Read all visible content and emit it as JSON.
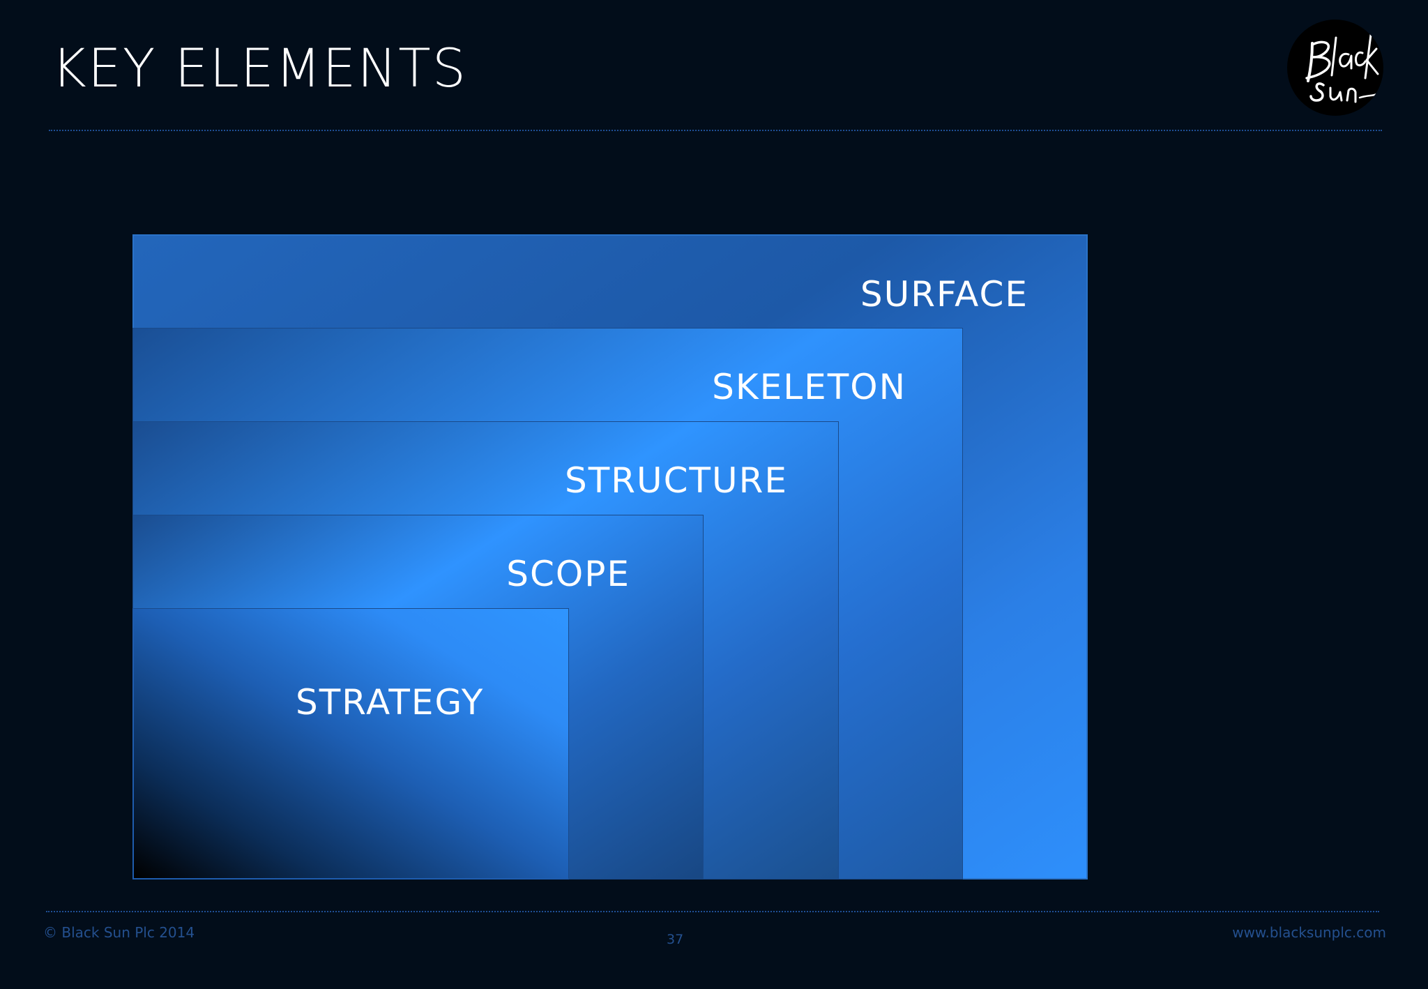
{
  "slide": {
    "title": "KEY ELEMENTS"
  },
  "logo": {
    "brand_text": "Black Sun",
    "icon": "black-sun-logo-icon"
  },
  "diagram": {
    "layers": [
      {
        "id": "surface",
        "label": "SURFACE"
      },
      {
        "id": "skeleton",
        "label": "SKELETON"
      },
      {
        "id": "structure",
        "label": "STRUCTURE"
      },
      {
        "id": "scope",
        "label": "SCOPE"
      },
      {
        "id": "strategy",
        "label": "STRATEGY"
      }
    ],
    "colors": {
      "background": "#020d1a",
      "bright_blue": "#2f94ff",
      "deep_blue": "#1a4d91"
    }
  },
  "footer": {
    "copyright": "© Black Sun Plc 2014",
    "page_number": "37",
    "url": "www.blacksunplc.com"
  }
}
